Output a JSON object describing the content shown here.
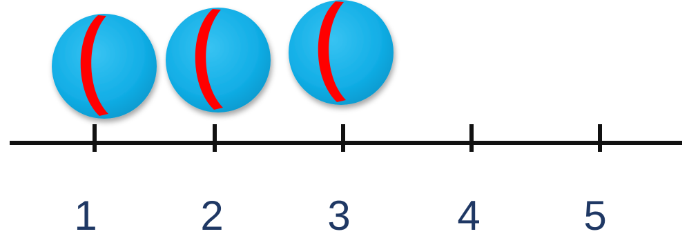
{
  "number_line": {
    "ticks": [
      {
        "label": "1"
      },
      {
        "label": "2"
      },
      {
        "label": "3"
      },
      {
        "label": "4"
      },
      {
        "label": "5"
      }
    ],
    "line_color": "#111111",
    "label_color": "#1f3864"
  },
  "balls": {
    "count": 3,
    "icon": "beach-ball-icon",
    "body_color": "#1ab0e6",
    "stripe_color": "#ff0000"
  }
}
